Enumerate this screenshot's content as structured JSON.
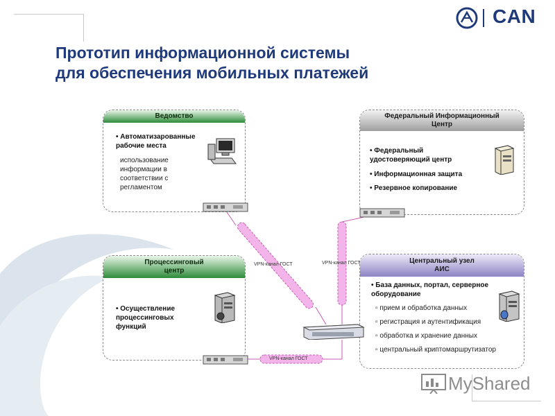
{
  "title": {
    "line1": "Прототип информационной системы",
    "line2": "для обеспечения мобильных платежей"
  },
  "logo": {
    "text": "CAN"
  },
  "boxes": {
    "vedomstvo": {
      "header": "Ведомство",
      "bullet": "Автоматизарованные рабочие места",
      "sub": "использование информации в соответствии с регламентом"
    },
    "federal": {
      "header_line1": "Федеральный Информационный",
      "header_line2": "Центр",
      "items": [
        "Федеральный удостоверяющий центр",
        "Информационная защита",
        "Резервное копирование"
      ]
    },
    "processing": {
      "header_line1": "Процессинговый",
      "header_line2": "центр",
      "bullet": "Осуществление процессинговых функций"
    },
    "central": {
      "header_line1": "Центральный узел",
      "header_line2": "АИС",
      "bullet": "База данных, портал, серверное оборудование",
      "subs": [
        "прием и обработка данных",
        "регистрация и аутентификация",
        "обработка и хранение данных",
        "центральный криптомаршрутизатор"
      ]
    }
  },
  "vpn_labels": {
    "left": "VPN-канал ГОСТ",
    "middle": "VPN-канал ГОСТ",
    "bottom": "VPN-канал ГОСТ"
  },
  "watermark": {
    "text": "MyShared"
  },
  "colors": {
    "title": "#1f3a7a",
    "vpn_channel": "#e87fd6",
    "green_header": "#2e8b3a",
    "purple_header": "#8b82c4"
  }
}
